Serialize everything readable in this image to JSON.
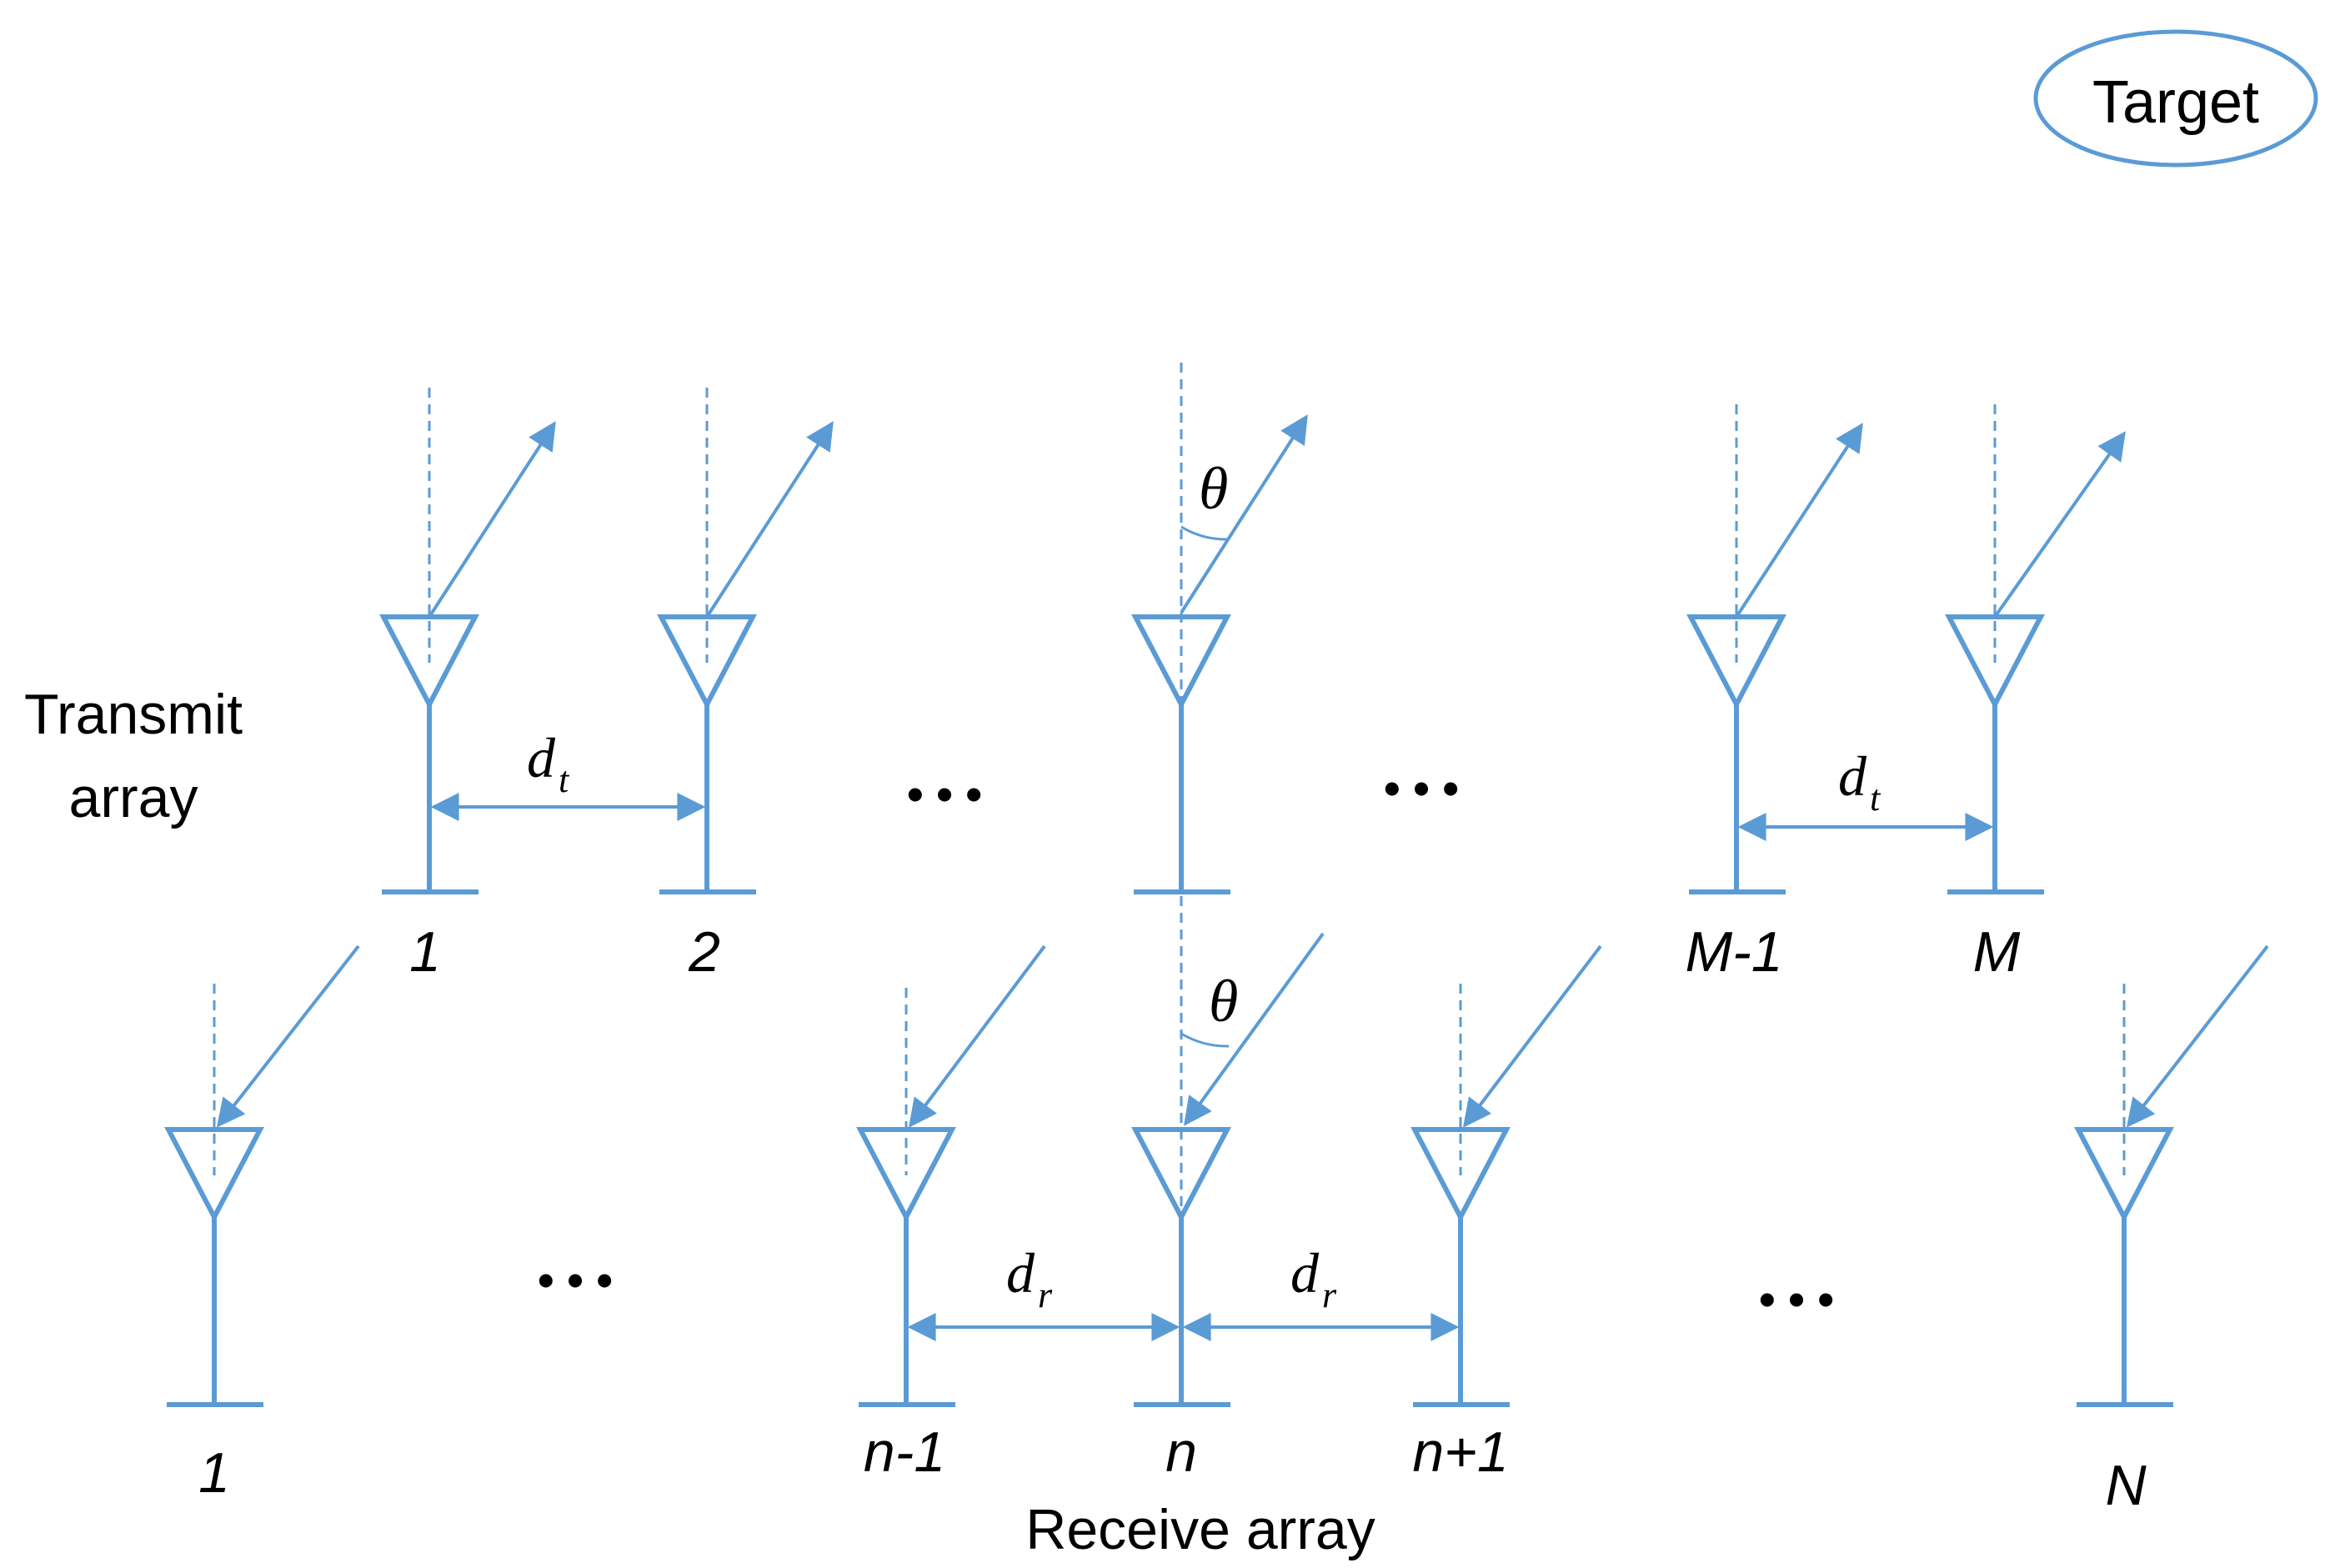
{
  "colors": {
    "line": "#5b9bd5",
    "text": "#000000",
    "background": "#ffffff"
  },
  "target": {
    "label": "Target"
  },
  "transmit_array": {
    "label_line1": "Transmit",
    "label_line2": "array",
    "elements": [
      "1",
      "2",
      "M-1",
      "M"
    ],
    "spacing_symbol": "d",
    "spacing_subscript": "t",
    "angle_symbol": "θ"
  },
  "receive_array": {
    "label": "Receive array",
    "elements": [
      "1",
      "n-1",
      "n",
      "n+1",
      "N"
    ],
    "spacing_symbol": "d",
    "spacing_subscript": "r",
    "angle_symbol": "θ"
  },
  "ellipsis": "• • •"
}
